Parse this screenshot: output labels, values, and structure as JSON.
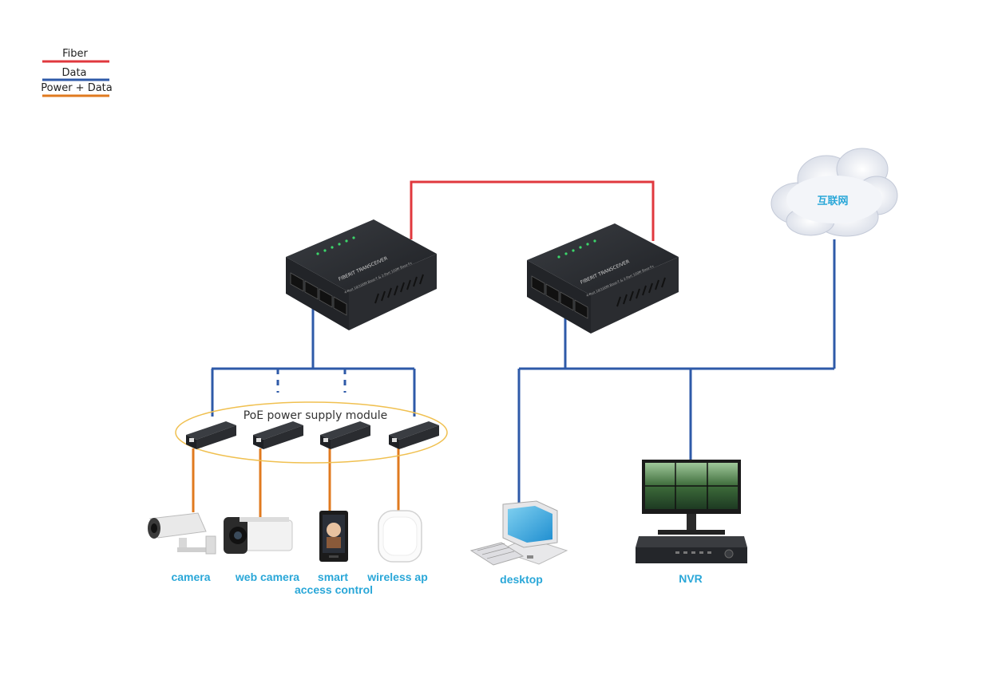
{
  "legend": {
    "fiber": {
      "label": "Fiber",
      "color": "#e0383e"
    },
    "data": {
      "label": "Data",
      "color": "#2e5aa8"
    },
    "power_data": {
      "label": "Power + Data",
      "color": "#e07a1f"
    }
  },
  "transceivers": {
    "left": {
      "caption": "FIBERIT TRANSCEIVER",
      "spec": "4-Port 10/100M Base-T & 2-Port 100M Base-Fx"
    },
    "right": {
      "caption": "FIBERIT TRANSCEIVER",
      "spec": "4-Port 10/100M Base-T & 2-Port 100M Base-Fx"
    }
  },
  "cloud": {
    "label": "互联网"
  },
  "poe_module": {
    "title": "PoE power supply module"
  },
  "devices": {
    "camera": "camera",
    "web_camera": "web camera",
    "smart_access_line1": "smart",
    "smart_access_line2": "access control",
    "wireless_ap": "wireless ap",
    "desktop": "desktop",
    "nvr": "NVR"
  },
  "colors": {
    "label": "#2aa7d8",
    "device_body": "#2b2d31",
    "ellipse": "#f0c050"
  }
}
